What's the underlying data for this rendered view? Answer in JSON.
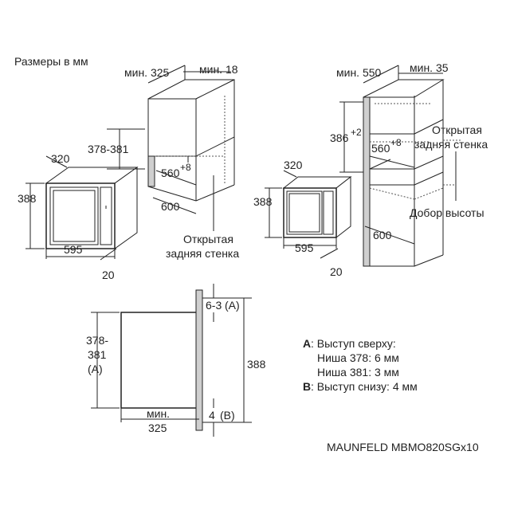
{
  "header": {
    "units_label": "Размеры в мм"
  },
  "left_top": {
    "min_depth": "мин. 325",
    "min_gap": "мин. 18",
    "niche_height": "378-381",
    "inner_width": "560",
    "inner_width_sup": "+8",
    "niche_depth": "600",
    "open_back_line1": "Открытая",
    "open_back_line2": "задняя стенка",
    "mw_depth": "320",
    "mw_height": "388",
    "mw_width": "595",
    "mw_offset": "20"
  },
  "right_top": {
    "min_depth": "мин. 550",
    "min_gap": "мин. 35",
    "niche_height": "386",
    "niche_height_sup": "+2",
    "inner_width": "560",
    "inner_width_sup": "+8",
    "open_back_line1": "Открытая",
    "open_back_line2": "задняя стенка",
    "height_addon": "Добор высоты",
    "niche_depth": "600",
    "mw_depth": "320",
    "mw_height": "388",
    "mw_width": "595",
    "mw_offset": "20"
  },
  "section": {
    "niche_line1": "378-",
    "niche_line2": "381",
    "niche_line3": "(A)",
    "top_protrusion": "6-3",
    "top_marker": "(A)",
    "height": "388",
    "min_label": "мин.",
    "min_value": "325",
    "bottom_protrusion": "4",
    "bottom_marker": "(B)"
  },
  "legend": {
    "a_key": "A",
    "a_text": ": Выступ сверху:",
    "a_line1": "Ниша 378: 6 мм",
    "a_line2": "Ниша 381: 3 мм",
    "b_key": "B",
    "b_text": ": Выступ снизу: 4 мм"
  },
  "footer": {
    "model": "MAUNFELD MBMO820SGx10"
  }
}
